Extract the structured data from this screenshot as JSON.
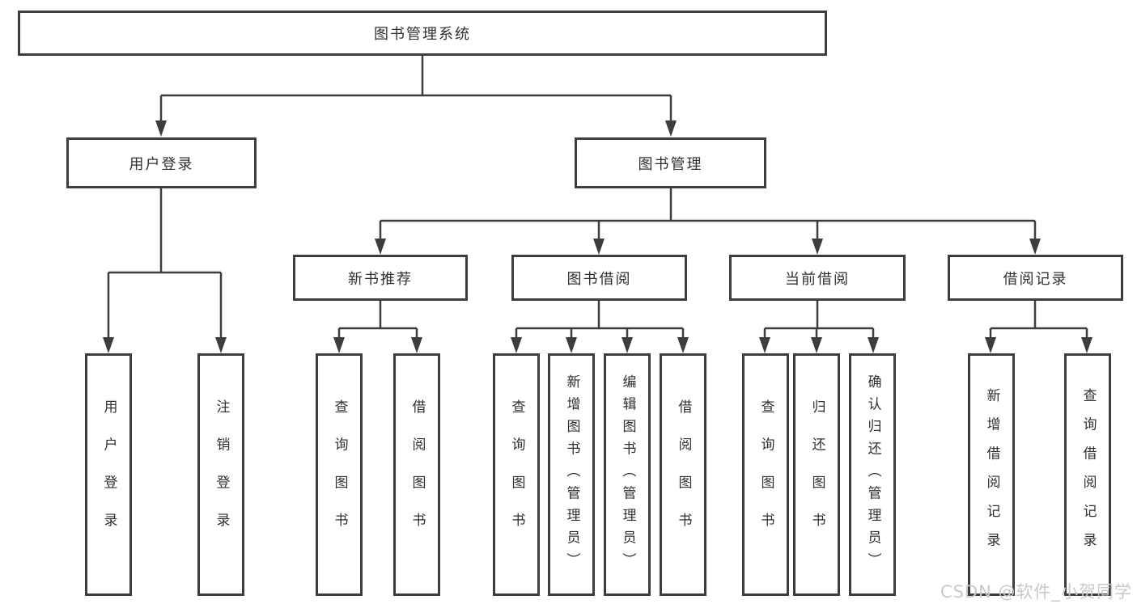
{
  "colors": {
    "line": "#3d3d3d",
    "text": "#303030",
    "watermark": "#c9c9c9",
    "background": "#ffffff"
  },
  "tree": {
    "root": {
      "label": "图书管理系统"
    },
    "branches": [
      {
        "label": "用户登录",
        "children": [
          "用户登录",
          "注销登录"
        ]
      },
      {
        "label": "图书管理",
        "groups": [
          {
            "label": "新书推荐",
            "children": [
              "查询图书",
              "借阅图书"
            ]
          },
          {
            "label": "图书借阅",
            "children": [
              "查询图书",
              "新增图书（管理员）",
              "编辑图书（管理员）",
              "借阅图书"
            ]
          },
          {
            "label": "当前借阅",
            "children": [
              "查询图书",
              "归还图书",
              "确认归还（管理员）"
            ]
          },
          {
            "label": "借阅记录",
            "children": [
              "新增借阅记录",
              "查询借阅记录"
            ]
          }
        ]
      }
    ]
  },
  "watermark": {
    "text": "CSDN @软件_小贺同学"
  }
}
